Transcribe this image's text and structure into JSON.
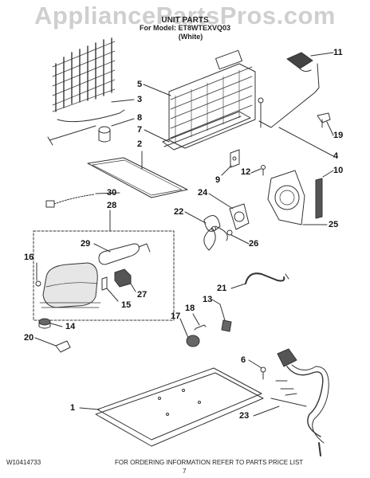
{
  "watermark": "AppliancePartsPros.com",
  "header": {
    "title": "UNIT PARTS",
    "model": "For Model: ET8WTEXVQ03",
    "color": "(White)"
  },
  "callouts": {
    "c1": "1",
    "c2": "2",
    "c3": "3",
    "c4": "4",
    "c5": "5",
    "c6": "6",
    "c7": "7",
    "c8": "8",
    "c9": "9",
    "c10": "10",
    "c11": "11",
    "c12": "12",
    "c13": "13",
    "c14": "14",
    "c15": "15",
    "c16": "16",
    "c17": "17",
    "c18": "18",
    "c19": "19",
    "c20": "20",
    "c21": "21",
    "c22": "22",
    "c23": "23",
    "c24": "24",
    "c25": "25",
    "c26": "26",
    "c27": "27",
    "c28": "28",
    "c29": "29",
    "c30": "30"
  },
  "footer": {
    "doc_number": "W10414733",
    "note": "FOR ORDERING INFORMATION REFER TO PARTS PRICE LIST",
    "page": "7"
  }
}
